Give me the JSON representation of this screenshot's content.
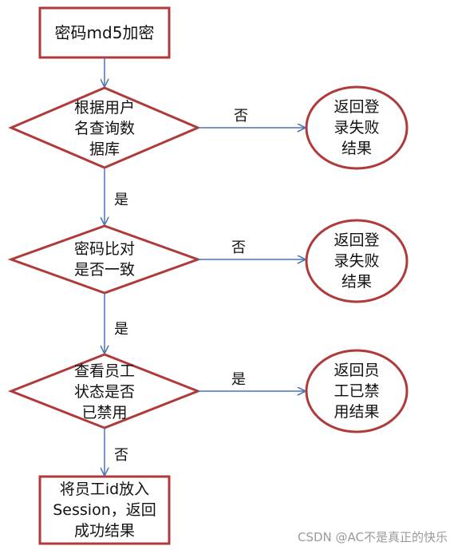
{
  "colors": {
    "node_stroke": "#b03a3a",
    "arrow": "#4a74b4",
    "text": "#111111",
    "watermark": "#9a9a9a"
  },
  "nodes": {
    "md5": "密码md5加密",
    "query": "根据用户\n名查询数\n据库",
    "compare": "密码比对\n是否一致",
    "disabled_check": "查看员工\n状态是否\n已禁用",
    "login_fail_1": "返回登\n录失败\n结果",
    "login_fail_2": "返回登\n录失败\n结果",
    "disabled_result": "返回员\n工已禁\n用结果",
    "success": "将员工id放入\nSession，返回\n成功结果"
  },
  "edges": {
    "query_no": "否",
    "query_yes": "是",
    "compare_no": "否",
    "compare_yes": "是",
    "disabled_yes": "是",
    "disabled_no": "否"
  },
  "watermark": "CSDN @AC不是真正的快乐"
}
